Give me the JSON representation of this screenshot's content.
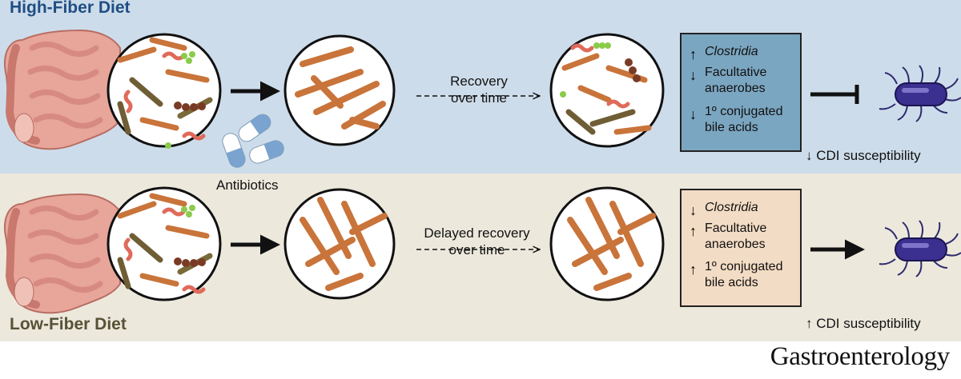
{
  "panels": {
    "high": {
      "title": "High-Fiber Diet",
      "transition_label": [
        "Recovery",
        "over time"
      ],
      "box": [
        {
          "direction": "up",
          "label": "Clostridia",
          "italic": true
        },
        {
          "direction": "down",
          "label": "Facultative anaerobes",
          "italic": false
        },
        {
          "direction": "down",
          "label": "1º conjugated bile acids",
          "italic": false
        }
      ],
      "outcome": {
        "direction": "down",
        "label": "CDI susceptibility"
      },
      "colors": {
        "background": "#cddcea",
        "box": "#7ba6c1",
        "title": "#1f4e84"
      }
    },
    "low": {
      "title": "Low-Fiber Diet",
      "transition_label": [
        "Delayed recovery",
        "over time"
      ],
      "box": [
        {
          "direction": "down",
          "label": "Clostridia",
          "italic": true
        },
        {
          "direction": "up",
          "label": "Facultative anaerobes",
          "italic": false
        },
        {
          "direction": "up",
          "label": "1º conjugated bile acids",
          "italic": false
        }
      ],
      "outcome": {
        "direction": "up",
        "label": "CDI susceptibility"
      },
      "colors": {
        "background": "#ece8dc",
        "box": "#f3dcc5",
        "title": "#565236"
      }
    }
  },
  "antibiotics_label": "Antibiotics",
  "journal": "Gastroenterology",
  "icons": [
    "intestine-illustration",
    "antibiotic-capsule-icon",
    "bacterium-icon",
    "inhibition-arrow",
    "arrow-right"
  ]
}
